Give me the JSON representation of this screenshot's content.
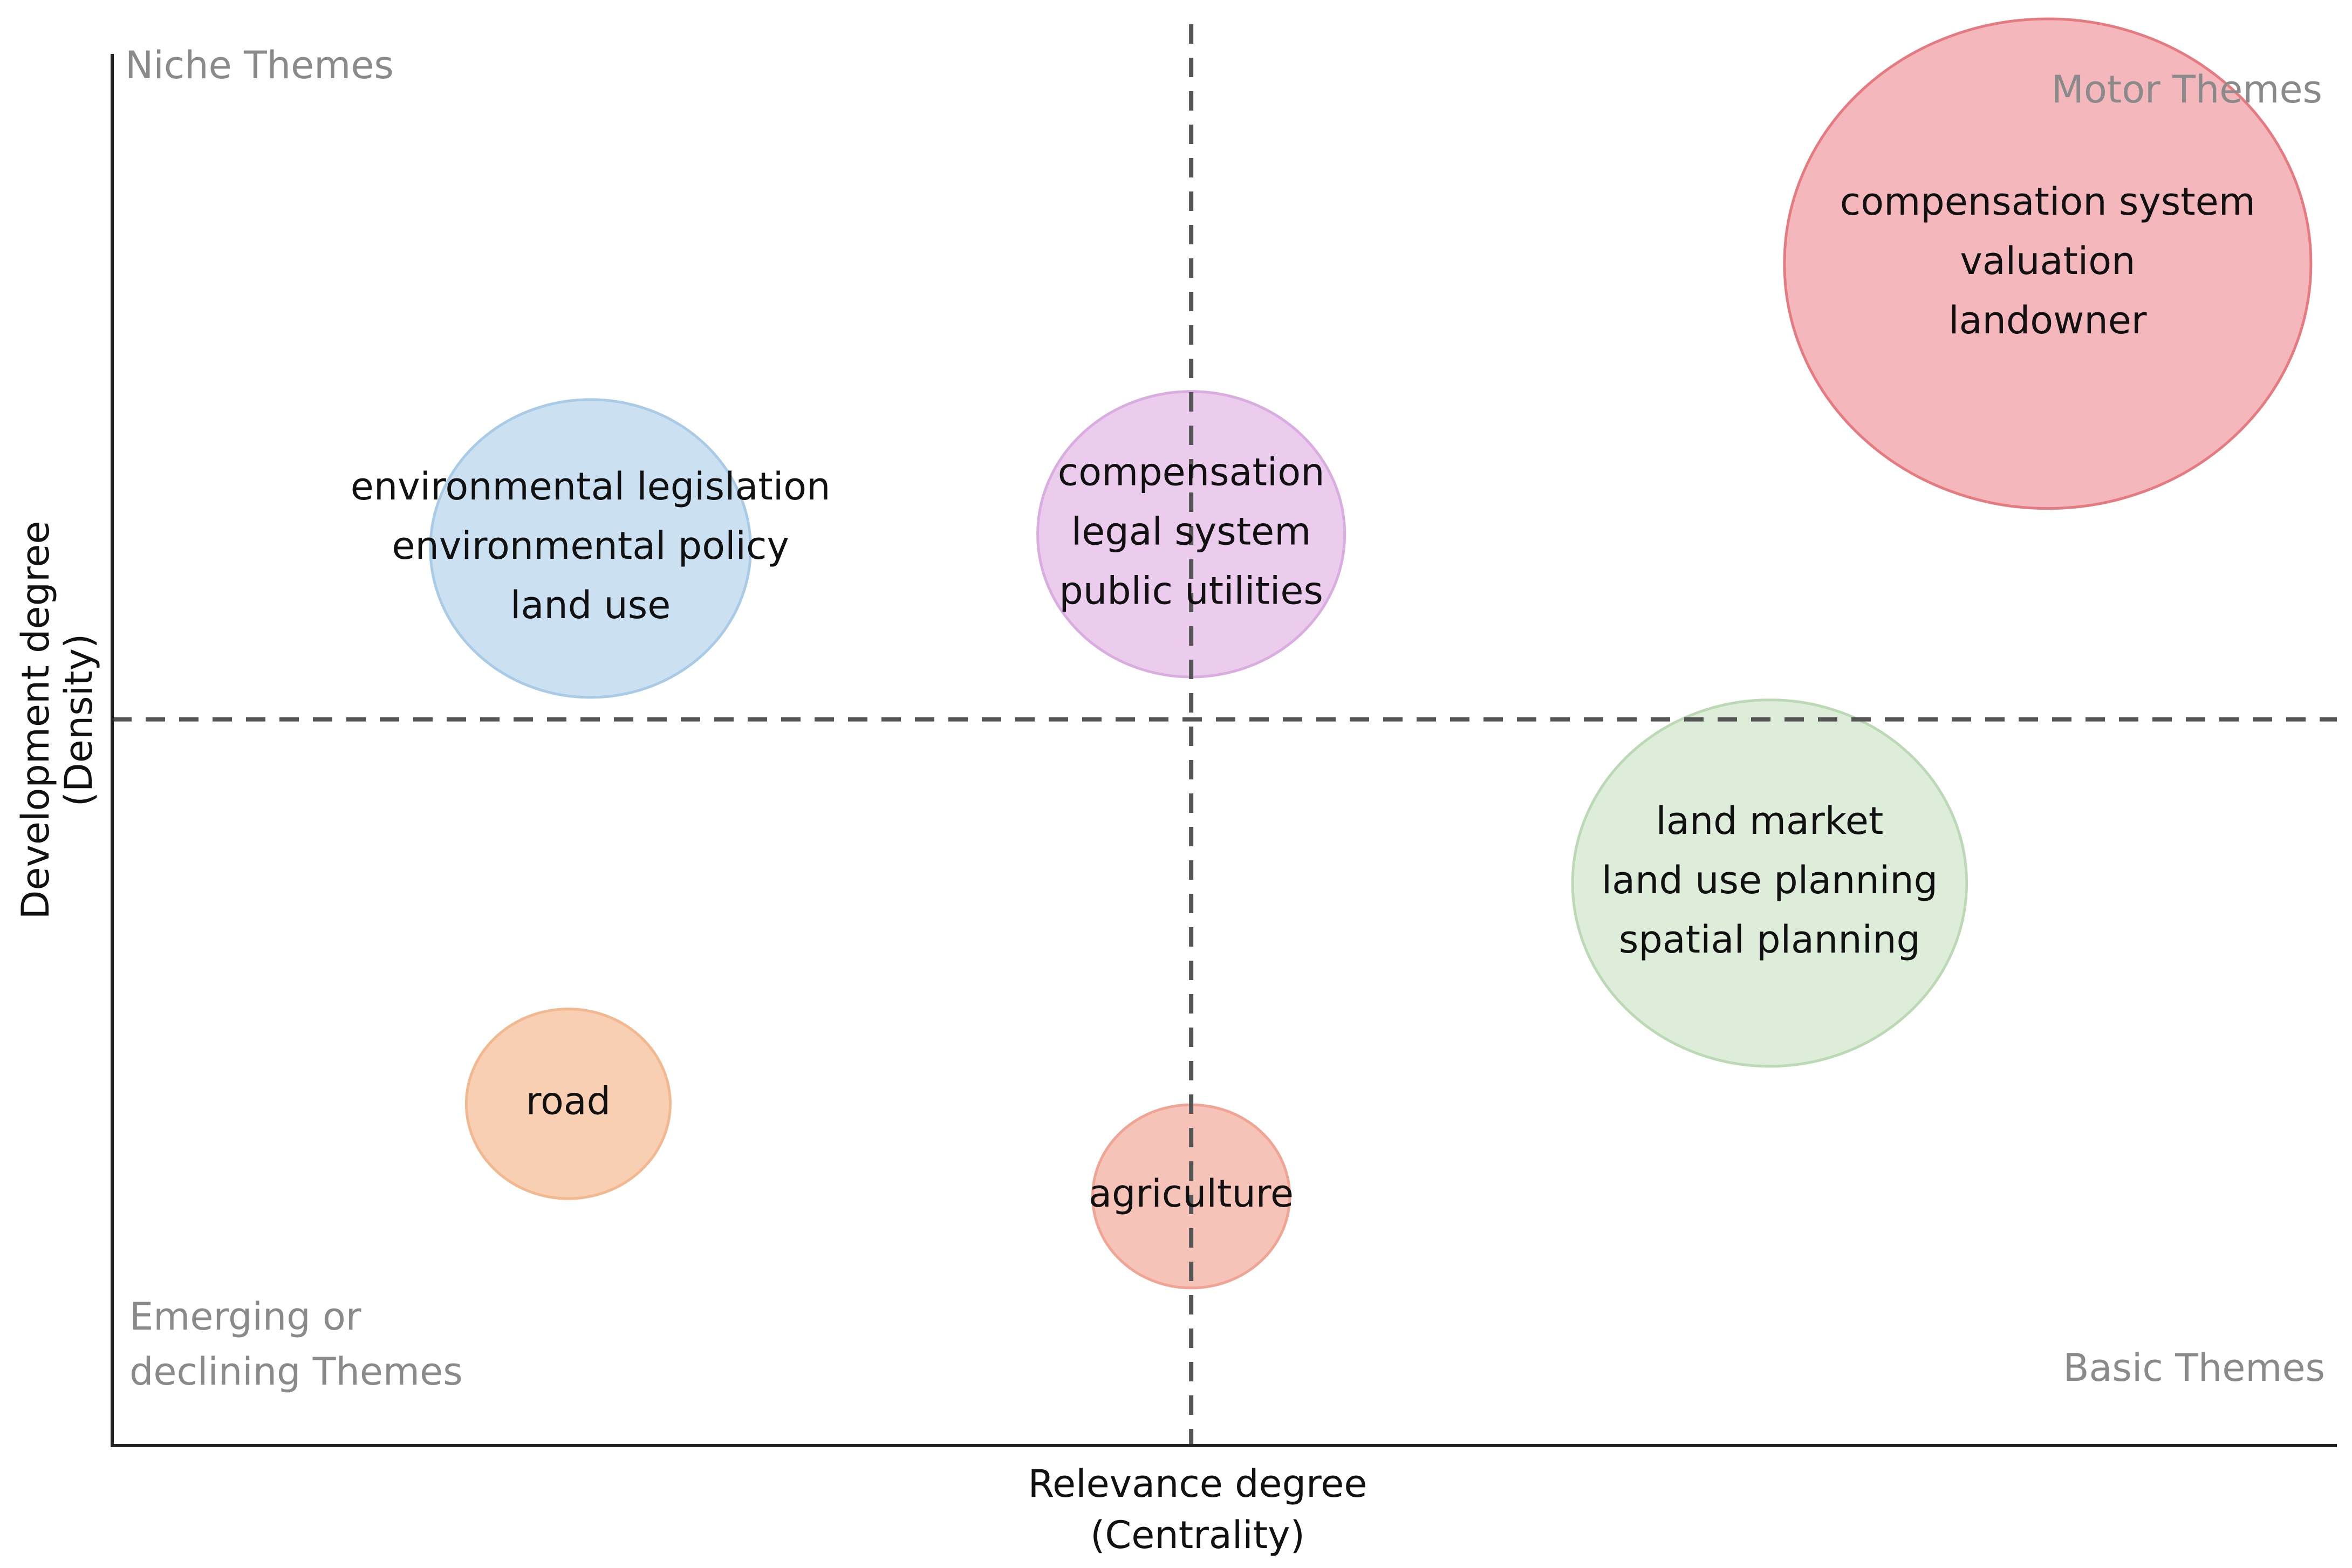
{
  "chart_data": {
    "type": "scatter",
    "subtype": "bubble",
    "title": "",
    "xlabel": "Relevance degree",
    "xlabel_sub": "(Centrality)",
    "ylabel": "Development degree",
    "ylabel_sub": "(Density)",
    "xlim": [
      0,
      100
    ],
    "ylim": [
      0,
      100
    ],
    "grid": false,
    "reference_lines": {
      "x": 48.5,
      "y": 51
    },
    "quadrant_labels": {
      "top_left": [
        "Niche Themes"
      ],
      "top_right": [
        "Motor Themes"
      ],
      "bottom_left": [
        "Emerging or",
        "declining Themes"
      ],
      "bottom_right": [
        "Basic Themes"
      ]
    },
    "points": [
      {
        "labels": [
          "compensation system",
          "valuation",
          "landowner"
        ],
        "x": 87,
        "y": 83,
        "size": 100,
        "color": "#f2aaaf",
        "stroke": "#e57a80"
      },
      {
        "labels": [
          "environmental legislation",
          "environmental policy",
          "land use"
        ],
        "x": 21.5,
        "y": 63,
        "size": 37,
        "color": "#c2dcf0",
        "stroke": "#a9cbe6"
      },
      {
        "labels": [
          "compensation",
          "legal system",
          "public utilities"
        ],
        "x": 48.5,
        "y": 64,
        "size": 34,
        "color": "#e7c3ea",
        "stroke": "#d9ade0"
      },
      {
        "labels": [
          "land market",
          "land use planning",
          "spatial planning"
        ],
        "x": 74.5,
        "y": 39.5,
        "size": 56,
        "color": "#d8ead3",
        "stroke": "#bcd9b6"
      },
      {
        "labels": [
          "road"
        ],
        "x": 20.5,
        "y": 24,
        "size": 15,
        "color": "#f7c7a6",
        "stroke": "#f2b88f"
      },
      {
        "labels": [
          "agriculture"
        ],
        "x": 48.5,
        "y": 17.5,
        "size": 14,
        "color": "#f5b8ab",
        "stroke": "#f0a494"
      }
    ]
  }
}
